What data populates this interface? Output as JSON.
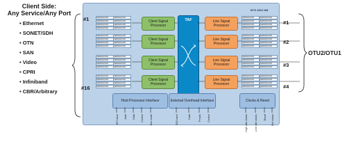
{
  "left": {
    "title_line1": "Client Side:",
    "title_line2": "Any Service/Any Port",
    "interfaces": [
      "Ethernet",
      "SONET/SDH",
      "OTN",
      "SAN",
      "Video",
      "CPRI",
      "Infiniband",
      "CBR/Arbitrary"
    ]
  },
  "chip_id": "BTS 4062 NM",
  "port_labels": {
    "first": "#1",
    "last": "#16"
  },
  "client_processors": [
    "Client Signal Processor",
    "Client Signal Processor",
    "Client Signal Processor",
    "Client Signal Processor"
  ],
  "taf_label": "TAF",
  "line_processors": [
    "Line Signal Processor",
    "Line Signal Processor",
    "Line Signal Processor",
    "Line Signal Processor"
  ],
  "serdes_label": "SERDES/CDR",
  "right_ports": [
    "#1",
    "#2",
    "#3",
    "#4"
  ],
  "right_label": "OTU2/OTU1",
  "bottom_blocks": {
    "host": "Host Processor Interface",
    "overhead": "External Overhead Interface",
    "clocks": "Clocks & Reset"
  },
  "pins": {
    "host": [
      "HPI clock",
      "Addr",
      "Data",
      "Control",
      "Bus mode"
    ],
    "overhead": [
      "EOI clock",
      "Data",
      "Frmpls",
      "Control"
    ],
    "clocks": [
      "High rate clocks",
      "Line rate clocks",
      "Reset",
      "Ref clocks"
    ]
  }
}
